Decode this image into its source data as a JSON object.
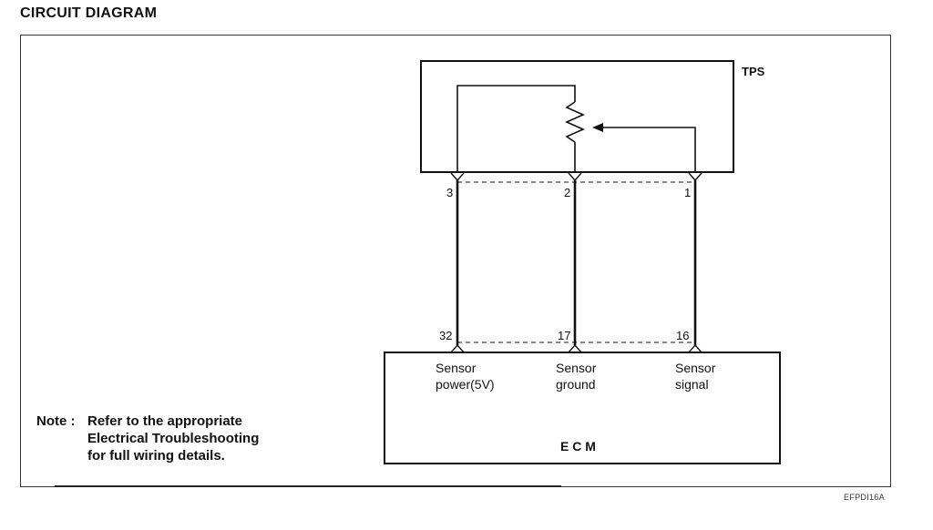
{
  "title": "CIRCUIT DIAGRAM",
  "tps": {
    "label": "TPS"
  },
  "ecm": {
    "label": "E C M"
  },
  "pins": {
    "tps_power": "3",
    "tps_ground": "2",
    "tps_signal": "1",
    "ecm_power": "32",
    "ecm_ground": "17",
    "ecm_signal": "16"
  },
  "ecm_terminals": {
    "power_line1": "Sensor",
    "power_line2": "power(5V)",
    "ground_line1": "Sensor",
    "ground_line2": "ground",
    "signal_line1": "Sensor",
    "signal_line2": "signal"
  },
  "note": {
    "prefix": "Note :",
    "line1": "Refer to the appropriate",
    "line2": "Electrical Troubleshooting",
    "line3": "for full wiring details."
  },
  "figure_code": "EFPDI16A"
}
